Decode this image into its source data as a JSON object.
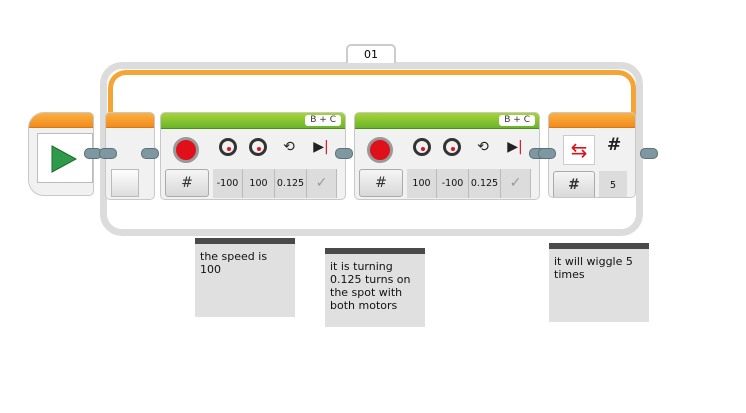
{
  "loop": {
    "name": "01",
    "count_value": "5",
    "count_icon": "#"
  },
  "motor_blocks": [
    {
      "ports": "B + C",
      "steering_left": "-100",
      "steering_right": "100",
      "rotations": "0.125",
      "brake": "check-icon"
    },
    {
      "ports": "B + C",
      "steering_left": "100",
      "steering_right": "-100",
      "rotations": "0.125",
      "brake": "check-icon"
    }
  ],
  "mode_icon": "#",
  "comments": [
    "the speed is 100",
    "it is turning 0.125 turns on the spot with both motors",
    "it will wiggle 5 times"
  ],
  "colors": {
    "flow": "#f5a535",
    "motor": "#7cc12e",
    "start": "#2e9b4a"
  }
}
